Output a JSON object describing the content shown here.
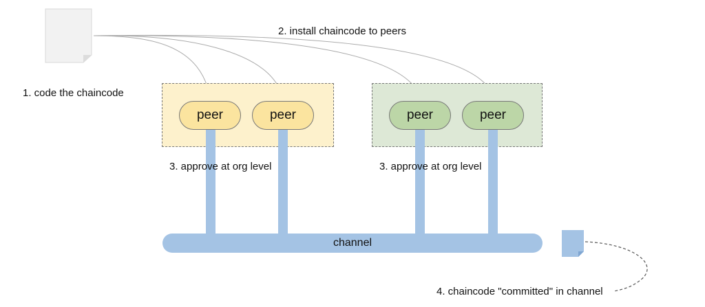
{
  "steps": {
    "code": "1. code the chaincode",
    "install": "2. install chaincode to peers",
    "approve_org1": "3. approve at org level",
    "approve_org2": "3. approve at org level",
    "commit": "4. chaincode \"committed\" in channel"
  },
  "orgs": [
    {
      "peers": [
        "peer",
        "peer"
      ],
      "fill": "#fdf1cc",
      "peer_fill": "#fbe49f"
    },
    {
      "peers": [
        "peer",
        "peer"
      ],
      "fill": "#dde8d6",
      "peer_fill": "#bcd6a7"
    }
  ],
  "channel": {
    "label": "channel",
    "color": "#a4c3e4"
  },
  "colors": {
    "document": "#f2f2f2",
    "committed_document": "#a4c3e4",
    "arrow": "#aaaaaa",
    "dashed_link": "#555555"
  }
}
